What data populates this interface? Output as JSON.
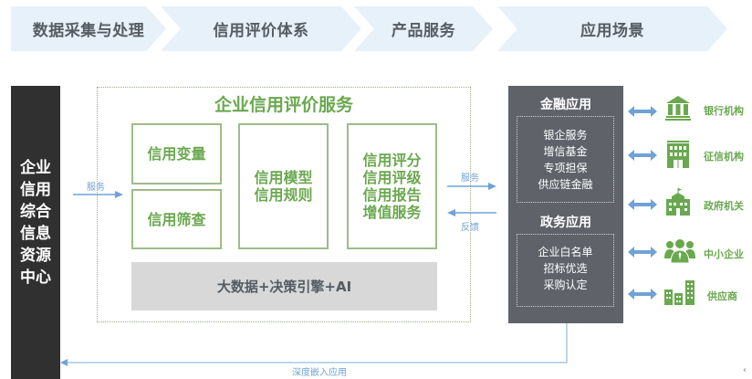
{
  "process_steps": [
    {
      "label": "数据采集与处理"
    },
    {
      "label": "信用评价体系"
    },
    {
      "label": "产品服务"
    },
    {
      "label": "应用场景"
    }
  ],
  "resource_center": {
    "label_lines": [
      "企业",
      "信用",
      "综合",
      "信息",
      "资源",
      "中心"
    ]
  },
  "service": {
    "title": "企业信用评价服务",
    "boxes": [
      {
        "label": "信用变量"
      },
      {
        "label": "信用筛查"
      },
      {
        "lines": [
          "信用模型",
          "信用规则"
        ]
      },
      {
        "lines": [
          "信用评分",
          "信用评级",
          "信用报告",
          "增值服务"
        ]
      }
    ],
    "engine": "大数据+决策引擎+AI"
  },
  "arrows": {
    "input": "服务",
    "output": "服务",
    "feedback": "反馈",
    "deep_embed": "深度嵌入应用"
  },
  "applications": {
    "finance": {
      "title": "金融应用",
      "items": [
        "银企服务",
        "增信基金",
        "专项担保",
        "供应链金融"
      ]
    },
    "government": {
      "title": "政务应用",
      "items": [
        "企业白名单",
        "招标优选",
        "采购认定"
      ]
    }
  },
  "entities": [
    {
      "label": "银行机构",
      "icon": "bank-icon"
    },
    {
      "label": "征信机构",
      "icon": "office-building-icon"
    },
    {
      "label": "政府机关",
      "icon": "government-building-icon"
    },
    {
      "label": "中小企业",
      "icon": "people-group-icon"
    },
    {
      "label": "供应商",
      "icon": "buildings-icon"
    }
  ],
  "colors": {
    "green": "#6aa84f",
    "blue_arrow": "#6fa2d6",
    "dark": "#303030",
    "app_gray": "#5f6369",
    "chevron_bg": "#e6f1fa"
  }
}
